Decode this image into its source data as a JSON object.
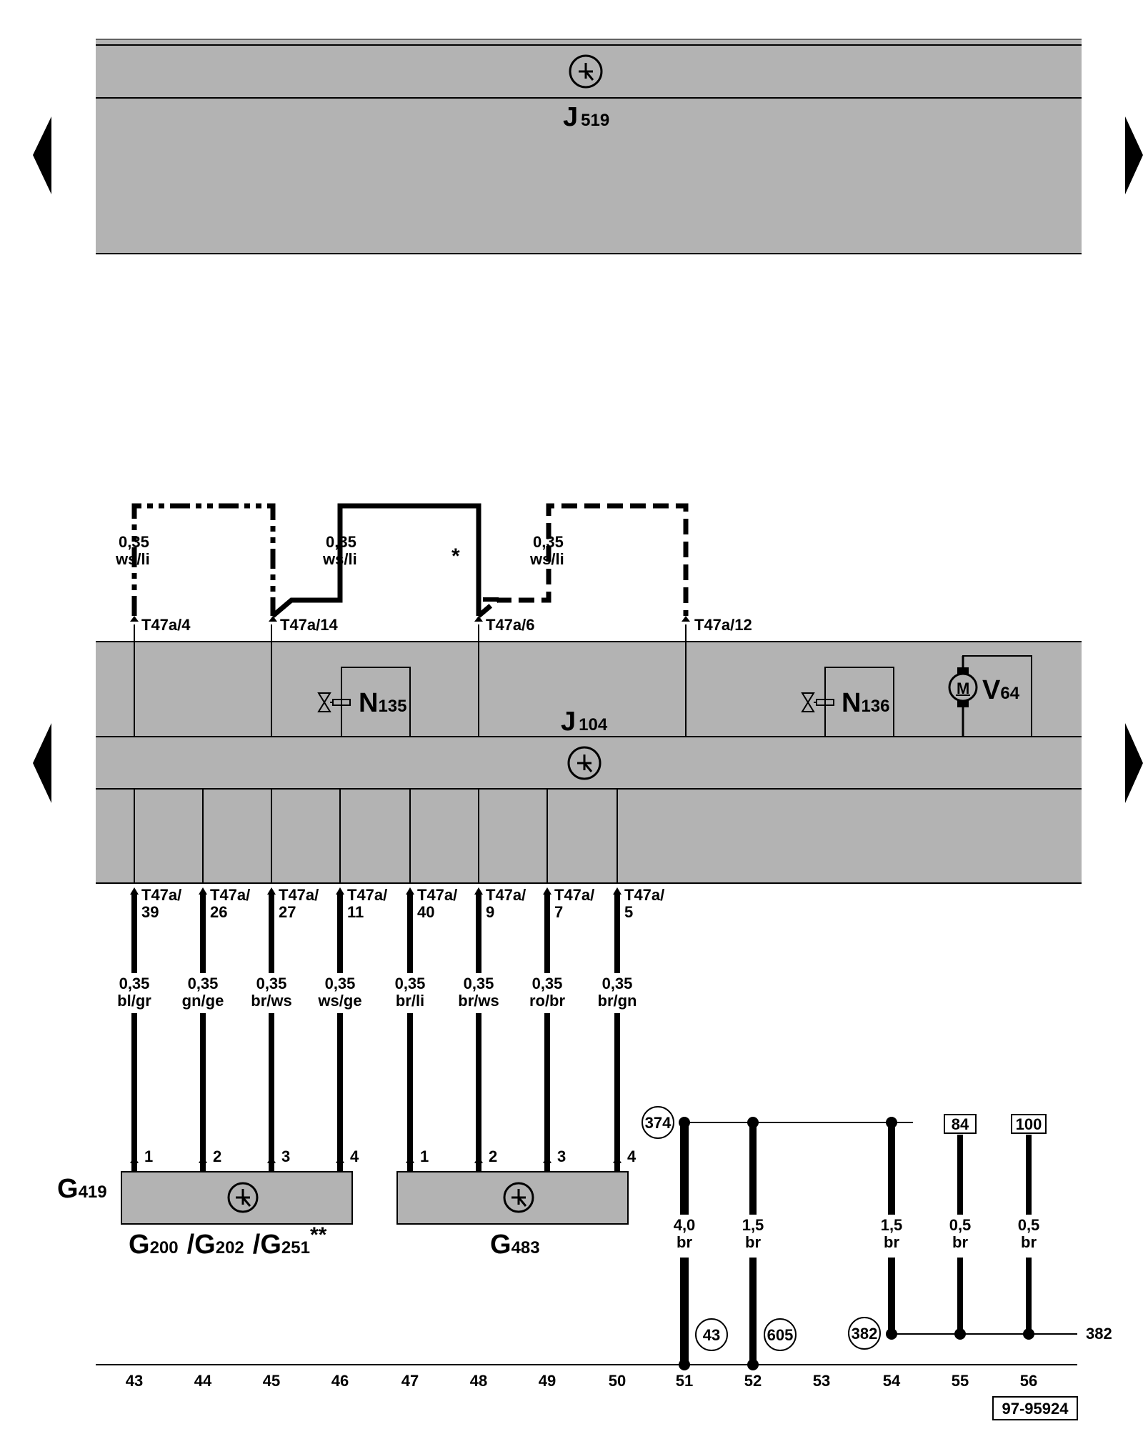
{
  "top_unit": {
    "name": "J",
    "sub": "519"
  },
  "main_unit": {
    "name": "J",
    "sub": "104"
  },
  "components": {
    "n135": {
      "name": "N",
      "sub": "135"
    },
    "n136": {
      "name": "N",
      "sub": "136"
    },
    "v64": {
      "name": "V",
      "sub": "64"
    },
    "motor_symbol": "M",
    "g419": {
      "name": "G",
      "sub": "419"
    },
    "sensor_group": {
      "g200": {
        "name": "G",
        "sub": "200"
      },
      "sep1": "/",
      "g202": {
        "name": "G",
        "sub": "202"
      },
      "sep2": "/",
      "g251": {
        "name": "G",
        "sub": "251"
      },
      "note": "**"
    },
    "g483": {
      "name": "G",
      "sub": "483"
    }
  },
  "upper_wires": [
    {
      "gauge": "0,35",
      "color": "ws/li",
      "connector": "T47a/4"
    },
    {
      "gauge": "0,35",
      "color": "ws/li",
      "connector": "T47a/14"
    },
    {
      "gauge": "0,35",
      "color": "ws/li",
      "connector": "T47a/6"
    },
    {
      "gauge": "",
      "color": "",
      "connector": "T47a/12"
    }
  ],
  "asterisk_note": "*",
  "lower_wires": [
    {
      "conn_top": "T47a/",
      "conn_pin": "39",
      "gauge": "0,35",
      "color": "bl/gr",
      "pin": "1"
    },
    {
      "conn_top": "T47a/",
      "conn_pin": "26",
      "gauge": "0,35",
      "color": "gn/ge",
      "pin": "2"
    },
    {
      "conn_top": "T47a/",
      "conn_pin": "27",
      "gauge": "0,35",
      "color": "br/ws",
      "pin": "3"
    },
    {
      "conn_top": "T47a/",
      "conn_pin": "11",
      "gauge": "0,35",
      "color": "ws/ge",
      "pin": "4"
    },
    {
      "conn_top": "T47a/",
      "conn_pin": "40",
      "gauge": "0,35",
      "color": "br/li",
      "pin": "1"
    },
    {
      "conn_top": "T47a/",
      "conn_pin": "9",
      "gauge": "0,35",
      "color": "br/ws",
      "pin": "2"
    },
    {
      "conn_top": "T47a/",
      "conn_pin": "7",
      "gauge": "0,35",
      "color": "ro/br",
      "pin": "3"
    },
    {
      "conn_top": "T47a/",
      "conn_pin": "5",
      "gauge": "0,35",
      "color": "br/gn",
      "pin": "4"
    }
  ],
  "ground_wires": [
    {
      "gauge": "4,0",
      "color": "br"
    },
    {
      "gauge": "1,5",
      "color": "br"
    },
    {
      "gauge": "1,5",
      "color": "br"
    },
    {
      "gauge": "0,5",
      "color": "br"
    },
    {
      "gauge": "0,5",
      "color": "br"
    }
  ],
  "ground_refs": {
    "top_circle": "374",
    "box_84": "84",
    "box_100": "100",
    "circle_43": "43",
    "circle_605": "605",
    "circle_382": "382",
    "bus_right_label": "382"
  },
  "track_numbers": [
    "43",
    "44",
    "45",
    "46",
    "47",
    "48",
    "49",
    "50",
    "51",
    "52",
    "53",
    "54",
    "55",
    "56"
  ],
  "doc_number": "97-95924",
  "colors": {
    "panel_fill": "#b3b3b3",
    "line": "#000000",
    "background": "#ffffff"
  },
  "icons": [
    "arrow-left-icon",
    "arrow-right-icon",
    "control-unit-symbol-icon",
    "solenoid-valve-icon",
    "motor-icon",
    "sensor-symbol-icon"
  ]
}
